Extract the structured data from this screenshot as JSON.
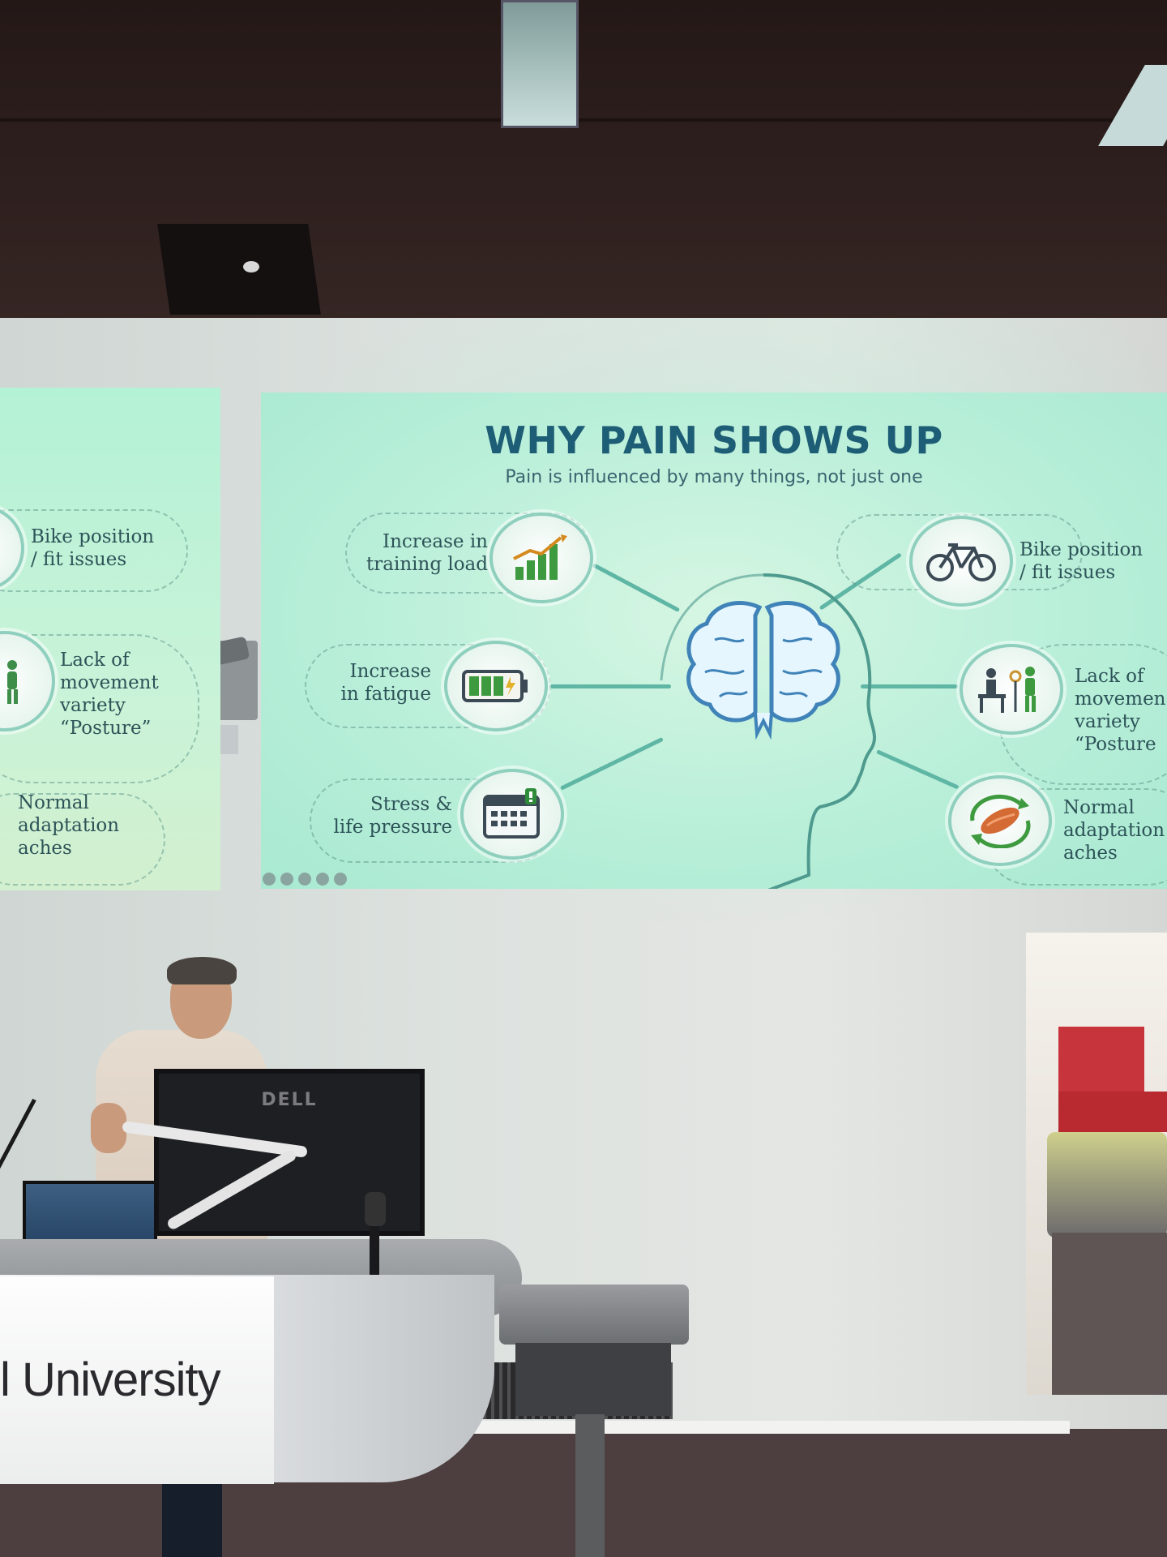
{
  "main_slide": {
    "title": "WHY PAIN SHOWS UP",
    "subtitle": "Pain is influenced by many things, not just one",
    "left_factors": [
      {
        "label_line1": "Increase in",
        "label_line2": "training load",
        "icon": "bar-chart-icon"
      },
      {
        "label_line1": "Increase",
        "label_line2": "in fatigue",
        "icon": "battery-icon"
      },
      {
        "label_line1": "Stress &",
        "label_line2": "life pressure",
        "icon": "calendar-icon"
      }
    ],
    "right_factors": [
      {
        "label_line1": "Bike position",
        "label_line2": "/ fit issues",
        "icon": "bicycle-icon"
      },
      {
        "label_line1": "Lack of",
        "label_line2": "movemen",
        "label_line3": "variety",
        "label_line4": "“Posture",
        "icon": "sitting-walking-icon"
      },
      {
        "label_line1": "Normal",
        "label_line2": "adaptation",
        "label_line3": "aches",
        "icon": "muscle-cycle-icon"
      }
    ],
    "center_icon": "brain-head-icon"
  },
  "side_slide": {
    "factors": [
      {
        "label_line1": "Bike position",
        "label_line2": "/ fit issues"
      },
      {
        "label_line1": "Lack of",
        "label_line2": "movement",
        "label_line3": "variety",
        "label_line4": "“Posture”"
      },
      {
        "label_line1": "Normal",
        "label_line2": "adaptation",
        "label_line3": "aches"
      }
    ]
  },
  "monitor": {
    "brand": "DELL"
  },
  "podium": {
    "text": "l University"
  },
  "colors": {
    "slide_bg": "#b9efd9",
    "title": "#1d5d75",
    "accent": "#5fb6a5"
  }
}
